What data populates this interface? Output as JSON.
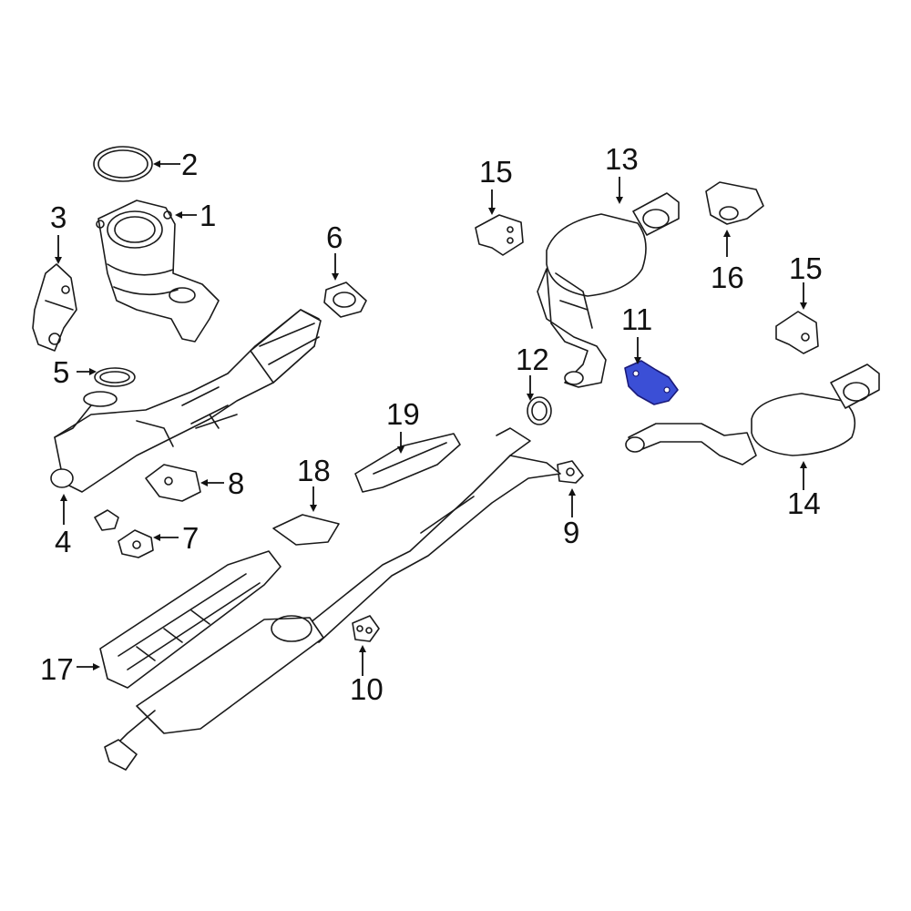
{
  "callouts": {
    "c1": "1",
    "c2": "2",
    "c3": "3",
    "c4": "4",
    "c5": "5",
    "c6": "6",
    "c7": "7",
    "c8": "8",
    "c9": "9",
    "c10": "10",
    "c11": "11",
    "c12": "12",
    "c13": "13",
    "c14": "14",
    "c15a": "15",
    "c15b": "15",
    "c16": "16",
    "c17": "17",
    "c18": "18",
    "c19": "19"
  },
  "colors": {
    "line": "#1a1a1a",
    "highlight": "#3b4fd6",
    "background": "#ffffff"
  },
  "highlighted_part": "11"
}
